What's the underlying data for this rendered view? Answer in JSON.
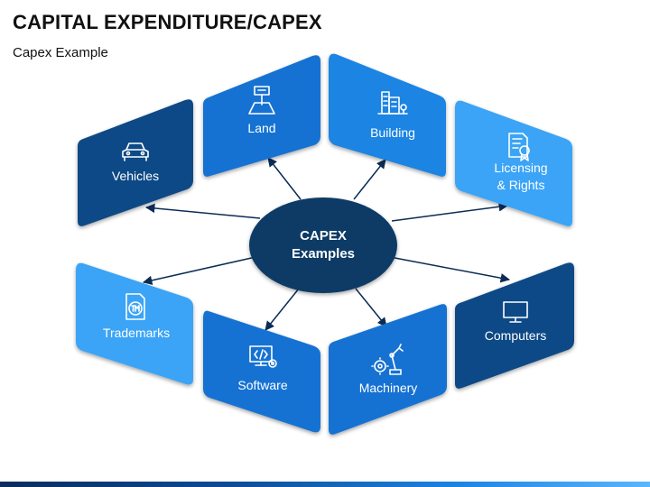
{
  "header": {
    "title": "CAPITAL EXPENDITURE/CAPEX",
    "subtitle": "Capex Example"
  },
  "center": {
    "line1": "CAPEX",
    "line2": "Examples"
  },
  "colors": {
    "dark": "#0a4a86",
    "mid": "#1672d2",
    "light": "#3aa4f6",
    "center": "#0e3a66"
  },
  "cards": [
    {
      "key": "vehicles",
      "icon": "car-icon",
      "label_lines": [
        "Vehicles"
      ]
    },
    {
      "key": "land",
      "icon": "land-sign-icon",
      "label_lines": [
        "Land"
      ]
    },
    {
      "key": "building",
      "icon": "building-icon",
      "label_lines": [
        "Building"
      ]
    },
    {
      "key": "licensing",
      "icon": "certificate-icon",
      "label_lines": [
        "Licensing",
        "& Rights"
      ]
    },
    {
      "key": "trademarks",
      "icon": "trademark-icon",
      "label_lines": [
        "Trademarks"
      ]
    },
    {
      "key": "software",
      "icon": "code-monitor-icon",
      "label_lines": [
        "Software"
      ]
    },
    {
      "key": "machinery",
      "icon": "robot-arm-icon",
      "label_lines": [
        "Machinery"
      ]
    },
    {
      "key": "computers",
      "icon": "monitor-icon",
      "label_lines": [
        "Computers"
      ]
    }
  ]
}
